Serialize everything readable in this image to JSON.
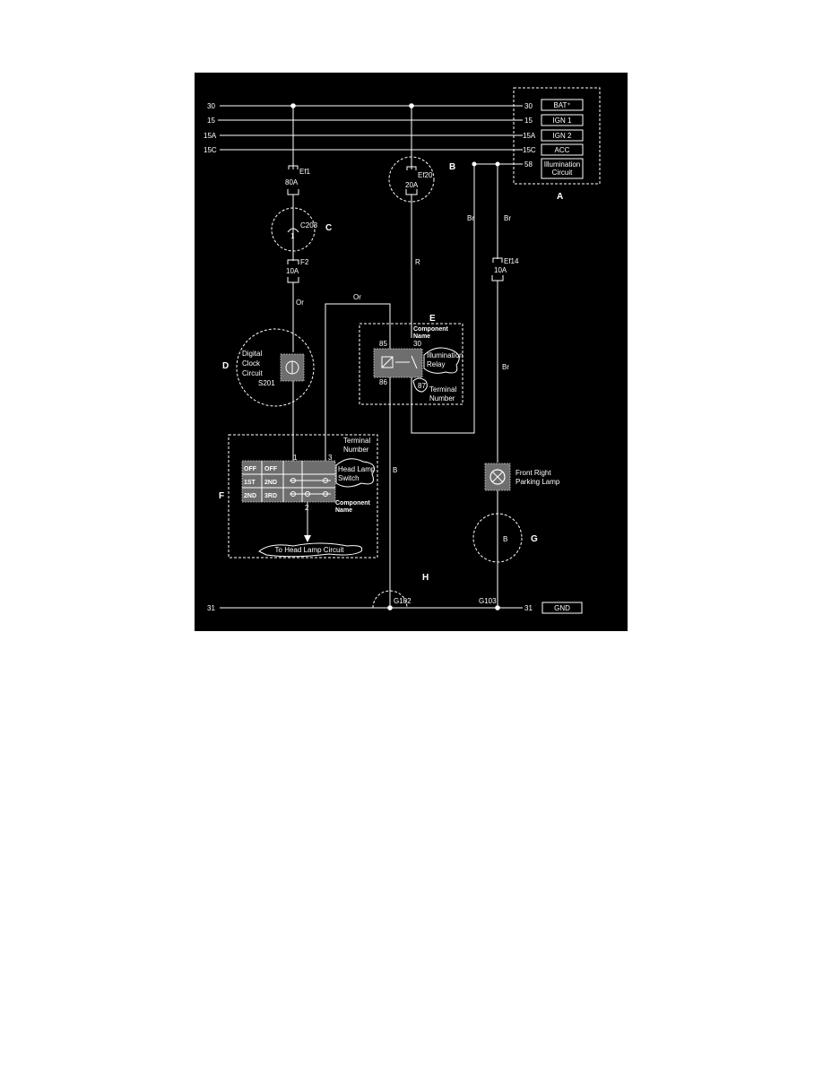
{
  "diagram": {
    "lines_left": [
      "30",
      "15",
      "15A",
      "15C"
    ],
    "lines_right": [
      "30",
      "15",
      "15A",
      "15C",
      "58"
    ],
    "legend": {
      "bat": "BAT⁺",
      "ign1": "IGN 1",
      "ign2": "IGN 2",
      "acc": "ACC",
      "illum_line1": "Illumination",
      "illum_line2": "Circuit",
      "label": "A"
    },
    "fuses": {
      "ef1_name": "Ef1",
      "ef1_rating": "80A",
      "ef20_name": "Ef20",
      "ef20_rating": "20A",
      "f2_name": "F2",
      "f2_rating": "10A",
      "ef14_name": "Ef14",
      "ef14_rating": "10A"
    },
    "connector": {
      "name": "C203",
      "pin": "1"
    },
    "callouts": {
      "b": "B",
      "c": "C",
      "d": "D",
      "e": "E",
      "f": "F",
      "g": "G",
      "h": "H"
    },
    "wire_colors": {
      "or_vertical": "Or",
      "or_top": "Or",
      "r": "R",
      "br1": "Br",
      "br2": "Br",
      "br3": "Br",
      "b_mid": "B",
      "b_g": "B"
    },
    "clock": {
      "line1": "Digital",
      "line2": "Clock",
      "line3": "Circuit",
      "splice": "S201"
    },
    "relay": {
      "header1": "Component",
      "header2": "Name",
      "pin30": "30",
      "pin85": "85",
      "pin86": "86",
      "pin87": "87",
      "name1": "Illumination",
      "name2": "Relay",
      "term1": "Terminal",
      "term2": "Number"
    },
    "switch": {
      "term1": "Terminal",
      "term2": "Number",
      "pin1": "1",
      "pin2": "2",
      "pin3": "3",
      "row1_a": "OFF",
      "row1_b": "OFF",
      "row2_a": "1ST",
      "row2_b": "2ND",
      "row3_a": "2ND",
      "row3_b": "3RD",
      "name1": "Head Lamp",
      "name2": "Switch",
      "comp1": "Component",
      "comp2": "Name",
      "to_circuit": "To Head Lamp Circuit"
    },
    "lamp": {
      "line1": "Front Right",
      "line2": "Parking Lamp"
    },
    "grounds": {
      "g102": "G102",
      "g103": "G103",
      "left": "31",
      "right": "31",
      "gnd": "GND"
    }
  }
}
